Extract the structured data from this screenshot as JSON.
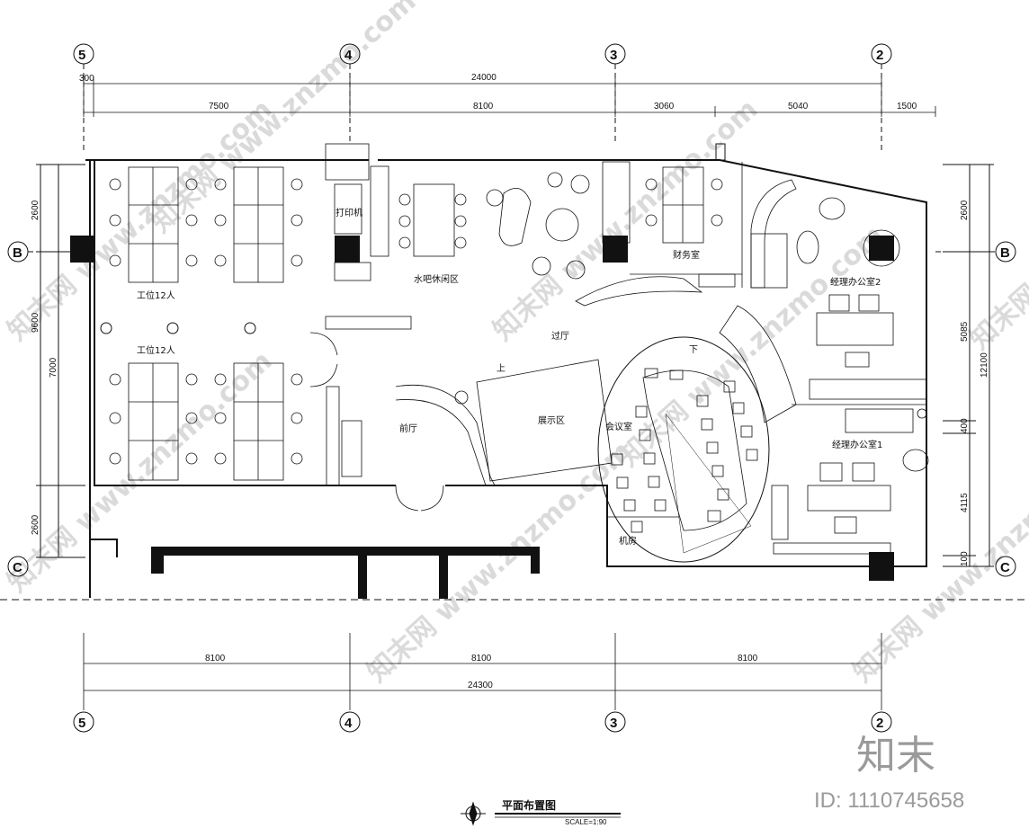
{
  "drawing": {
    "title": "平面布置图",
    "scale": "SCALE=1:90"
  },
  "axes": {
    "top": [
      "5",
      "4",
      "3",
      "2"
    ],
    "bottom": [
      "5",
      "4",
      "3",
      "2"
    ],
    "left": [
      "B",
      "C"
    ],
    "right": [
      "B",
      "C"
    ]
  },
  "dimensions": {
    "top_total": "24000",
    "top_offset": "300",
    "top_spans": [
      "7500",
      "8100",
      "3060",
      "5040",
      "1500"
    ],
    "bottom_spans": [
      "8100",
      "8100",
      "8100"
    ],
    "bottom_total": "24300",
    "left_spans": [
      "2600",
      "7000",
      "2600"
    ],
    "left_total": "9600",
    "right_spans": [
      "2600",
      "5085",
      "400",
      "4115",
      "100"
    ],
    "right_total": "12100"
  },
  "rooms": {
    "workstation_north": "工位12人",
    "workstation_south": "工位12人",
    "printer": "打印机",
    "water_bar": "水吧休闲区",
    "finance": "财务室",
    "manager_office_2": "经理办公室2",
    "manager_office_1": "经理办公室1",
    "corridor": "过厅",
    "lobby": "前厅",
    "exhibition": "展示区",
    "meeting": "会议室",
    "server_room": "机房",
    "stair_up": "上",
    "stair_down": "下"
  },
  "watermark": {
    "brand": "知末",
    "id": "ID: 1110745658",
    "text": "知末网 www.znzmo.com",
    "color": "#d6d6d6"
  }
}
